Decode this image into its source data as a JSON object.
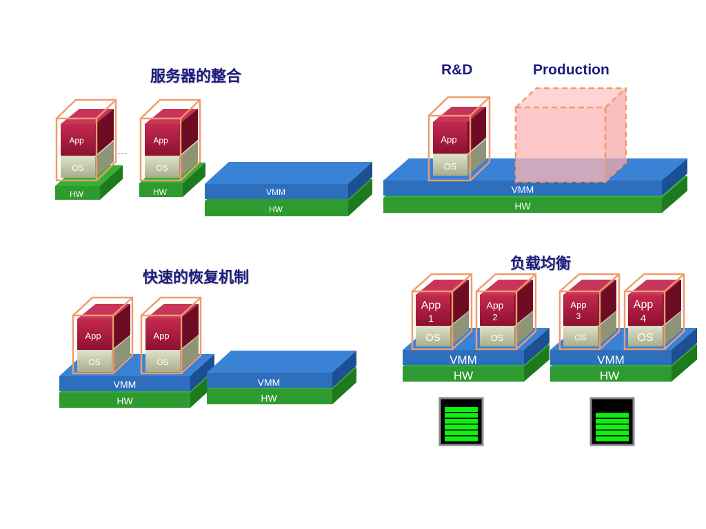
{
  "titles": {
    "consolidation": "服务器的整合",
    "rd": "R&D",
    "production": "Production",
    "recovery": "快速的恢复机制",
    "load_balancing": "负载均衡"
  },
  "labels": {
    "app": "App",
    "os": "OS",
    "hw": "HW",
    "vmm": "VMM",
    "dots": "...",
    "app1_line1": "App",
    "app1_line2": "1",
    "app2_line1": "App",
    "app2_line2": "2",
    "app3_line1": "App",
    "app3_line2": "3",
    "app4_line1": "App",
    "app4_line2": "4"
  },
  "load_meters": [
    {
      "name": "left-load-meter",
      "filled_bars": 6,
      "total_bars": 6
    },
    {
      "name": "right-load-meter",
      "filled_bars": 5,
      "total_bars": 6
    }
  ],
  "colors": {
    "title": "#1b1b80",
    "app": "#a3163a",
    "os": "#bfc3a6",
    "vmm": "#2e6fbd",
    "hw": "#2f9a2f",
    "vm_outline": "#f09a6a",
    "meter_bar": "#11ee11"
  }
}
